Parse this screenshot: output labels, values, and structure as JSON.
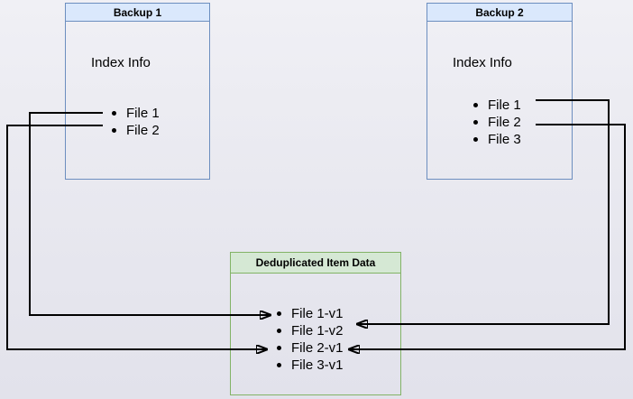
{
  "diagram": {
    "backup1": {
      "title": "Backup 1",
      "subtitle": "Index Info",
      "items": [
        "File 1",
        "File 2"
      ]
    },
    "backup2": {
      "title": "Backup 2",
      "subtitle": "Index Info",
      "items": [
        "File 1",
        "File 2",
        "File 3"
      ]
    },
    "dedup": {
      "title": "Deduplicated Item Data",
      "items": [
        "File 1-v1",
        "File 1-v2",
        "File 2-v1",
        "File 3-v1"
      ]
    },
    "connections": [
      {
        "from": "Backup 1 / File 1",
        "to": "File 1-v1"
      },
      {
        "from": "Backup 1 / File 2",
        "to": "File 2-v1"
      },
      {
        "from": "Backup 2 / File 1",
        "to": "File 1-v2"
      },
      {
        "from": "Backup 2 / File 2",
        "to": "File 2-v1"
      }
    ],
    "colors": {
      "backup_header_fill": "#dae8fc",
      "backup_border": "#6c8ebf",
      "dedup_header_fill": "#d5e8d4",
      "dedup_border": "#82b366",
      "connector": "#000000"
    }
  }
}
